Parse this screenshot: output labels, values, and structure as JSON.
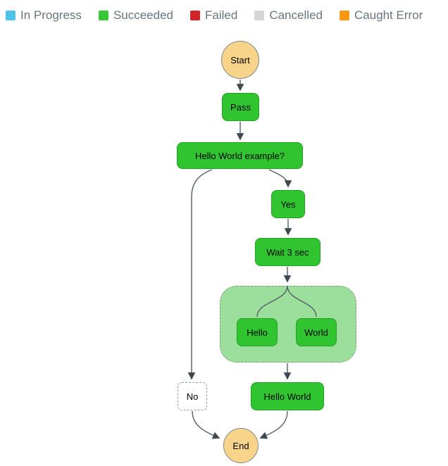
{
  "legend": {
    "items": [
      {
        "id": "in-progress",
        "label": "In Progress",
        "color": "#4EC3E8"
      },
      {
        "id": "succeeded",
        "label": "Succeeded",
        "color": "#35C735"
      },
      {
        "id": "failed",
        "label": "Failed",
        "color": "#D02428"
      },
      {
        "id": "cancelled",
        "label": "Cancelled",
        "color": "#D6D6D6"
      },
      {
        "id": "caught-error",
        "label": "Caught Error",
        "color": "#F79812"
      }
    ]
  },
  "graph": {
    "nodes": {
      "start": {
        "label": "Start",
        "status": "terminal"
      },
      "pass": {
        "label": "Pass",
        "status": "succeeded"
      },
      "choice": {
        "label": "Hello World example?",
        "status": "succeeded"
      },
      "yes": {
        "label": "Yes",
        "status": "succeeded"
      },
      "wait": {
        "label": "Wait 3 sec",
        "status": "succeeded"
      },
      "hello": {
        "label": "Hello",
        "status": "succeeded"
      },
      "world": {
        "label": "World",
        "status": "succeeded"
      },
      "no": {
        "label": "No",
        "status": "not-executed"
      },
      "result": {
        "label": "Hello World",
        "status": "succeeded"
      },
      "end": {
        "label": "End",
        "status": "terminal"
      }
    },
    "colors": {
      "succeeded_fill": "#31C431",
      "succeeded_border": "#23A323",
      "parallel_fill": "#9CDF9C",
      "terminal_fill": "#F7D489",
      "edge": "#535F66",
      "arrowhead": "#3E4850"
    }
  }
}
